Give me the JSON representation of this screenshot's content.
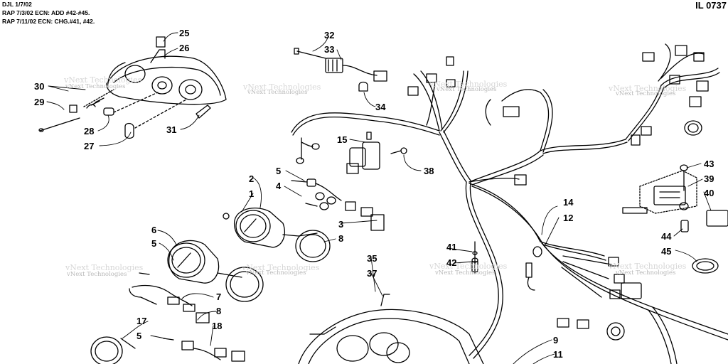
{
  "header": {
    "line1": "DJL 1/7/02",
    "line2": "RAP 7/3/02 ECN: ADD #42-#45.",
    "line3": "RAP 7/11/02 ECN: CHG.#41, #42.",
    "illustration_code": "IL 0737"
  },
  "watermark": "vNext Technologies",
  "callouts": {
    "c1": "1",
    "c2": "2",
    "c3": "3",
    "c4": "4",
    "c5a": "5",
    "c5b": "5",
    "c5c": "5",
    "c6": "6",
    "c7": "7",
    "c8a": "8",
    "c8b": "8",
    "c9": "9",
    "c11": "11",
    "c12": "12",
    "c14": "14",
    "c15": "15",
    "c17": "17",
    "c18": "18",
    "c25": "25",
    "c26": "26",
    "c27": "27",
    "c28": "28",
    "c29": "29",
    "c30": "30",
    "c31": "31",
    "c32": "32",
    "c33": "33",
    "c34": "34",
    "c35": "35",
    "c37": "37",
    "c38": "38",
    "c39": "39",
    "c40": "40",
    "c41": "41",
    "c42": "42",
    "c43": "43",
    "c44": "44",
    "c45": "45"
  }
}
